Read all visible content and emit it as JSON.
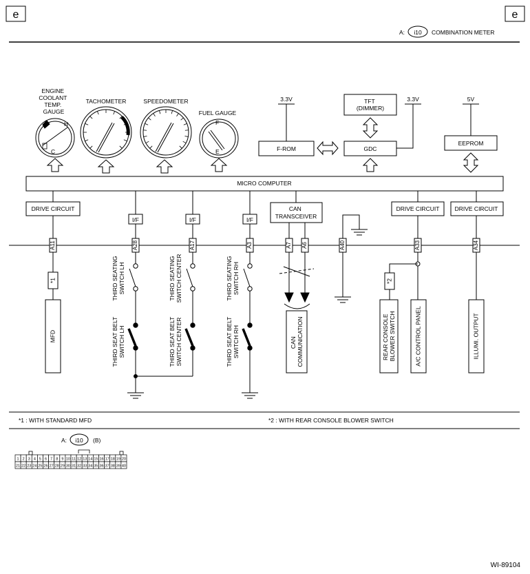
{
  "corner_left": "e",
  "corner_right": "e",
  "header": {
    "prefix": "A:",
    "connector": "i10",
    "title": "COMBINATION METER"
  },
  "gauges": {
    "coolant": {
      "title": [
        "ENGINE",
        "COOLANT",
        "TEMP.",
        "GAUGE"
      ],
      "hi": "H",
      "lo": "C"
    },
    "tach": {
      "title": "TACHOMETER"
    },
    "speedo": {
      "title": "SPEEDOMETER"
    },
    "fuel": {
      "title": "FUEL GAUGE",
      "hi": "F",
      "lo": "E"
    }
  },
  "power": {
    "from": "3.3V",
    "gdc": "3.3V",
    "eeprom": "5V"
  },
  "boxes": {
    "tft": [
      "TFT",
      "(DIMMER)"
    ],
    "from": "F-ROM",
    "gdc": "GDC",
    "eeprom": "EEPROM",
    "micro": "MICRO COMPUTER",
    "drive": "DRIVE CIRCUIT",
    "if": "I/F",
    "can": [
      "CAN",
      "TRANSCEIVER"
    ]
  },
  "pins": [
    "A11",
    "A28",
    "A17",
    "A3",
    "A7",
    "A6",
    "A40",
    "A33",
    "A34"
  ],
  "switches": {
    "seating_lh": [
      "THIRD SEATING",
      "SWITCH LH"
    ],
    "seating_center": [
      "THIRD SEATING",
      "SWITCH CENTER"
    ],
    "seating_rh": [
      "THIRD SEATING",
      "SWITCH RH"
    ],
    "belt_lh": [
      "THIRD SEAT BELT",
      "SWITCH LH"
    ],
    "belt_center": [
      "THIRD SEAT BELT",
      "SWITCH CENTER"
    ],
    "belt_rh": [
      "THIRD SEAT BELT",
      "SWITCH RH"
    ]
  },
  "loads": {
    "mfd": "MFD",
    "can_comm": [
      "CAN",
      "COMMUNICATION"
    ],
    "rear_blower": [
      "REAR CONSOLE",
      "BLOWER SWITCH"
    ],
    "ac_panel": "A/C CONTROL PANEL",
    "illumi": "ILLUMI. OUTPUT"
  },
  "marks": {
    "m1": "*1",
    "m2": "*2"
  },
  "notes": {
    "n1": "*1  : WITH STANDARD MFD",
    "n2": "*2  : WITH REAR CONSOLE BLOWER SWITCH"
  },
  "connector_view": {
    "prefix": "A:",
    "name": "i10",
    "suffix": "(B)",
    "row1": [
      "1",
      "2",
      "3",
      "4",
      "5",
      "6",
      "7",
      "8",
      "9",
      "10",
      "11",
      "12",
      "13",
      "14",
      "15",
      "16",
      "17",
      "18",
      "19",
      "20"
    ],
    "row2": [
      "21",
      "22",
      "23",
      "24",
      "25",
      "26",
      "27",
      "28",
      "29",
      "30",
      "31",
      "32",
      "33",
      "34",
      "35",
      "36",
      "37",
      "38",
      "39",
      "40"
    ]
  },
  "figure_id": "WI-89104"
}
